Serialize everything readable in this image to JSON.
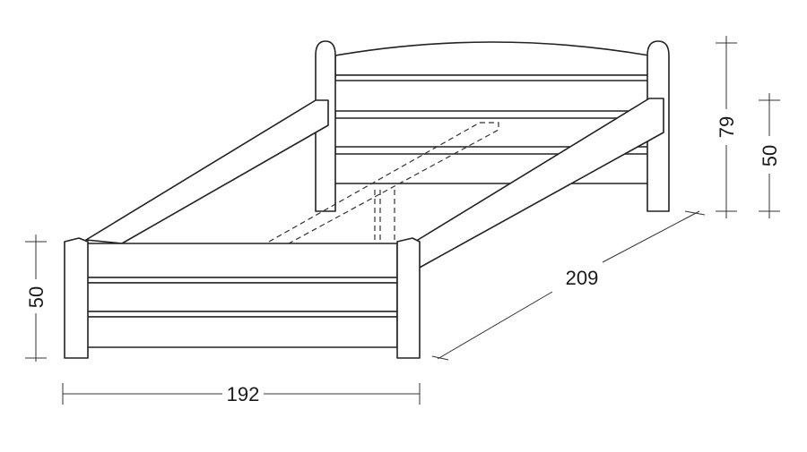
{
  "dimensions": {
    "length": "192",
    "depth": "209",
    "headboard_height": "79",
    "headboard_side_height": "50",
    "footboard_height": "50"
  }
}
